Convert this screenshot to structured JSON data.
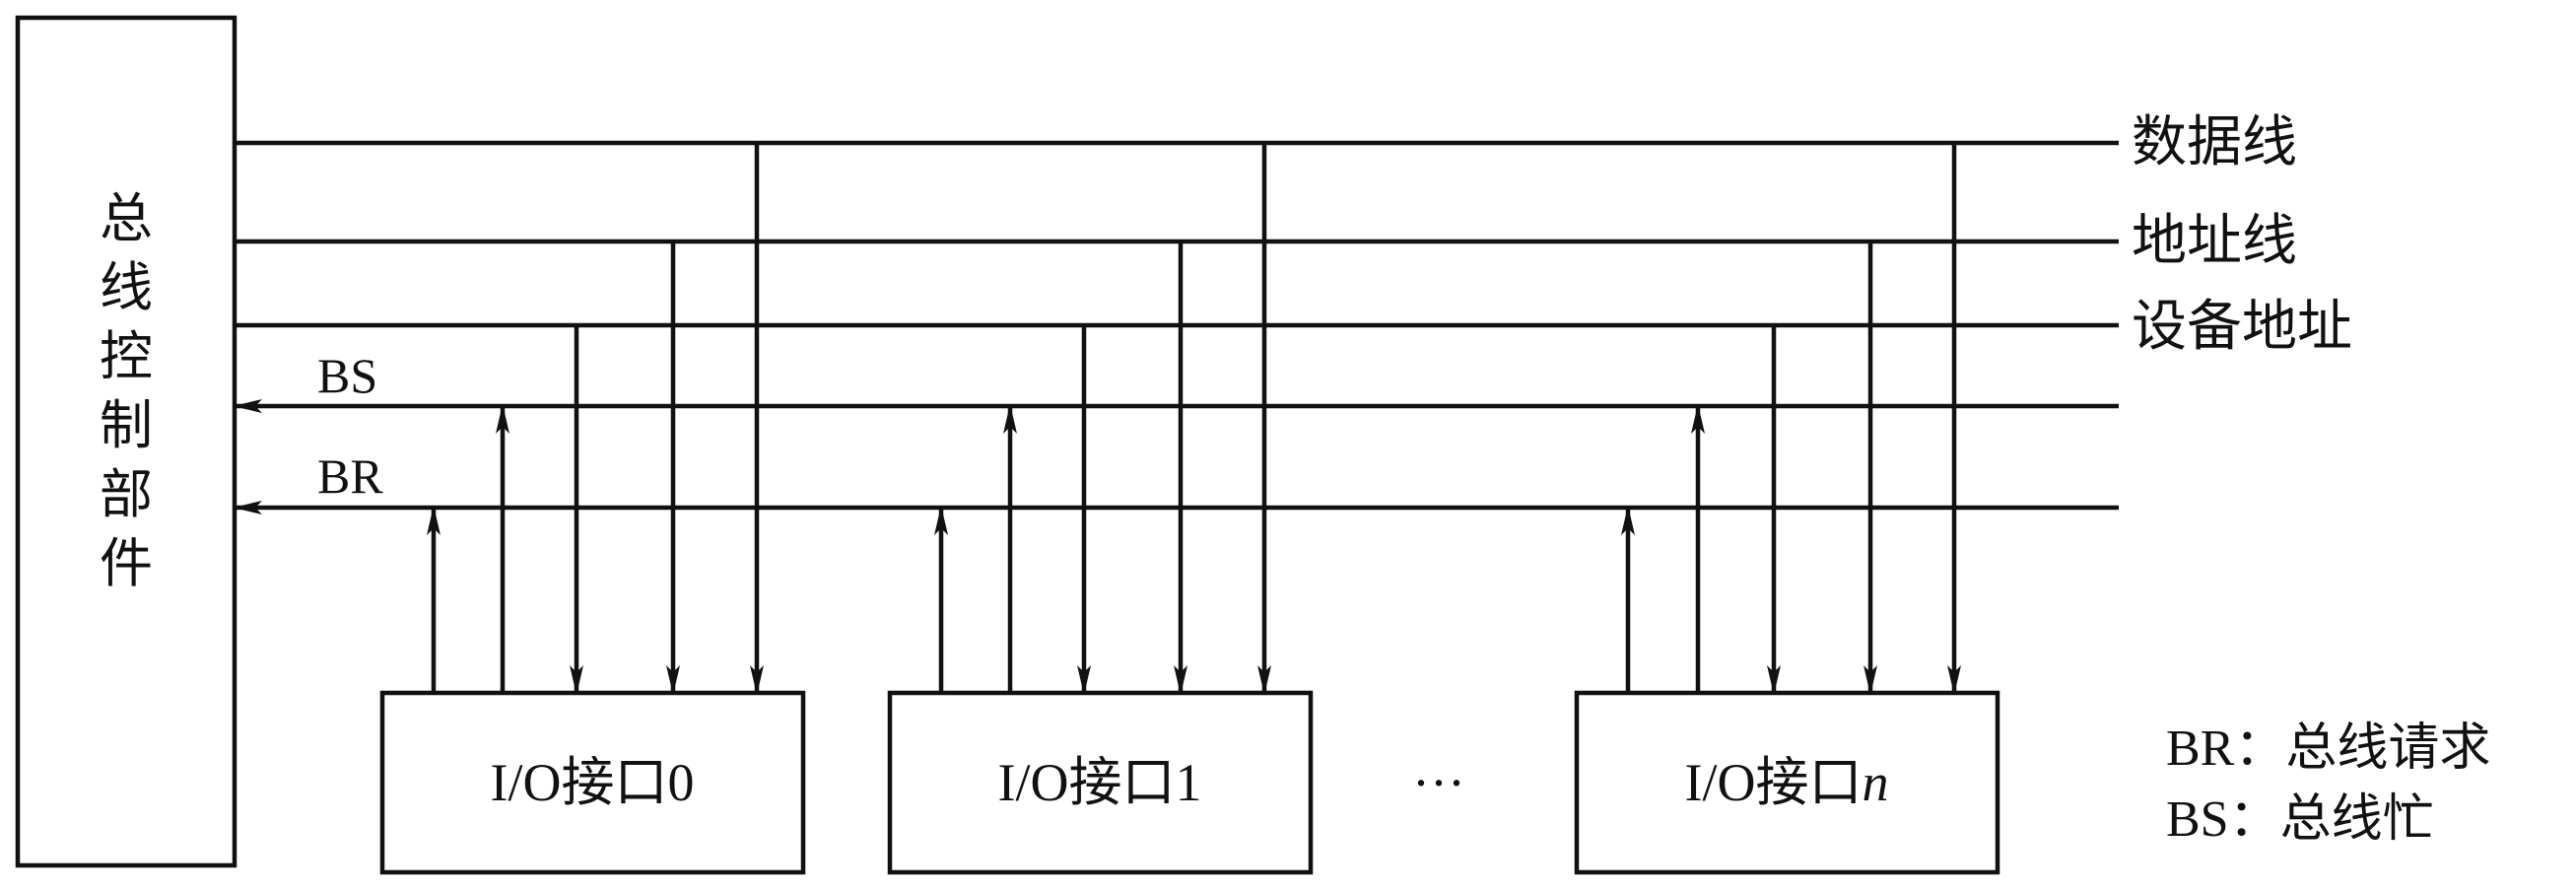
{
  "controller": {
    "label_chars": [
      "总",
      "线",
      "控",
      "制",
      "部",
      "件"
    ]
  },
  "bus_lines": {
    "data": "数据线",
    "address": "地址线",
    "device_address": "设备地址",
    "bs": "BS",
    "br": "BR"
  },
  "interfaces": [
    {
      "prefix": "I/O接口",
      "suffix": "0"
    },
    {
      "prefix": "I/O接口",
      "suffix": "1"
    },
    {
      "prefix": "I/O接口",
      "suffix": "n"
    }
  ],
  "ellipsis": "···",
  "legend": {
    "br": "BR：总线请求",
    "bs": "BS：总线忙"
  }
}
